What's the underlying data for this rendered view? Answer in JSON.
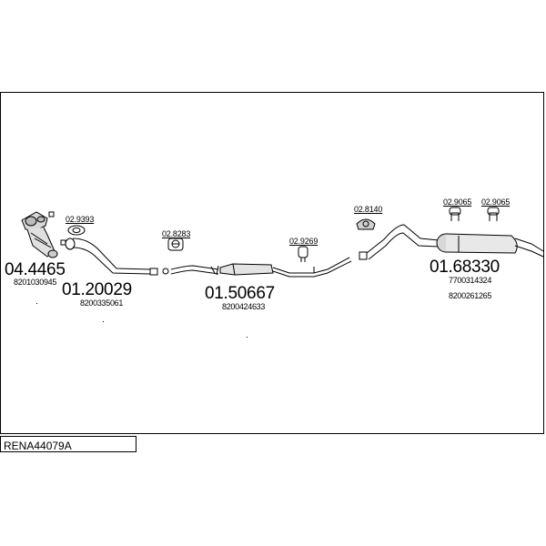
{
  "diagram": {
    "title": "RENA44079A",
    "parts": {
      "catalyst": {
        "code": "04.4465",
        "oem": "8201030945"
      },
      "front_pipe": {
        "code": "01.20029",
        "oem": "8200335061"
      },
      "middle_silencer": {
        "code": "01.50667",
        "oem": "8200424633"
      },
      "rear_silencer": {
        "code": "01.68330",
        "oem1": "7700314324",
        "oem2": "8200261265"
      }
    },
    "fittings": {
      "f1": "02.9393",
      "f2": "02.8283",
      "f3": "02.9269",
      "f4": "02.8140",
      "f5": "02.9065",
      "f6": "02.9065"
    }
  }
}
